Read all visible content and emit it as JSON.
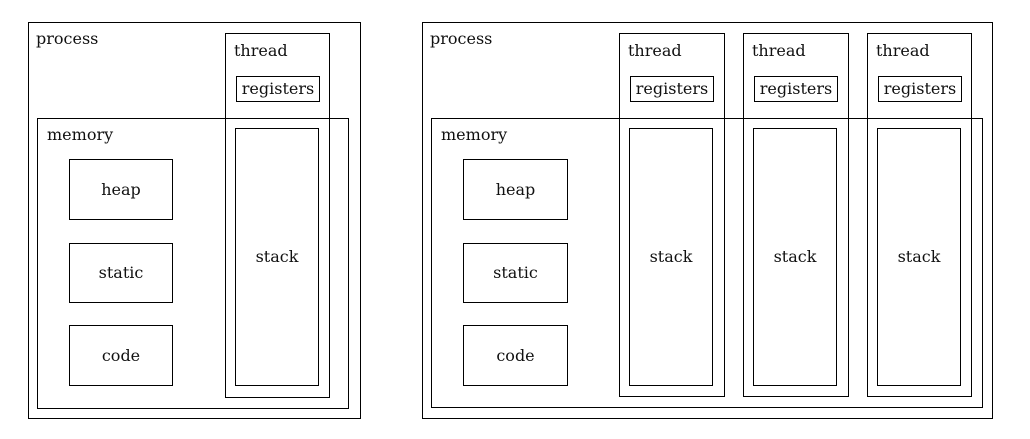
{
  "colors": {
    "background": "#ffffff",
    "line": "#000000",
    "text": "#111111"
  },
  "left_diagram": {
    "process_label": "process",
    "memory": {
      "label": "memory",
      "blocks": [
        "heap",
        "static",
        "code"
      ]
    },
    "threads": [
      {
        "label": "thread",
        "registers_label": "registers",
        "stack_label": "stack"
      }
    ]
  },
  "right_diagram": {
    "process_label": "process",
    "memory": {
      "label": "memory",
      "blocks": [
        "heap",
        "static",
        "code"
      ]
    },
    "threads": [
      {
        "label": "thread",
        "registers_label": "registers",
        "stack_label": "stack"
      },
      {
        "label": "thread",
        "registers_label": "registers",
        "stack_label": "stack"
      },
      {
        "label": "thread",
        "registers_label": "registers",
        "stack_label": "stack"
      }
    ]
  }
}
